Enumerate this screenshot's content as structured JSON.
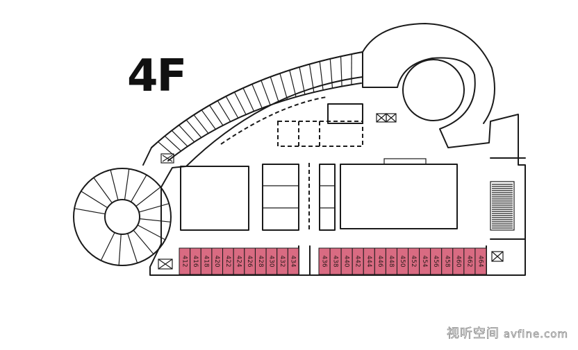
{
  "floor": {
    "label": "4F"
  },
  "colors": {
    "room_fill": "#d96b82",
    "wall": "#1a1a1a",
    "background": "#ffffff"
  },
  "rooms_left": [
    "412",
    "416",
    "418",
    "420",
    "422",
    "424",
    "426",
    "428",
    "430",
    "432",
    "434"
  ],
  "rooms_right": [
    "436",
    "438",
    "440",
    "442",
    "444",
    "446",
    "448",
    "450",
    "452",
    "454",
    "456",
    "458",
    "460",
    "462",
    "464"
  ],
  "icons": [
    "stair-icon",
    "elevator-icon",
    "escalator-icon"
  ],
  "watermark": {
    "text": "视听空间",
    "site": "avfine.com"
  }
}
